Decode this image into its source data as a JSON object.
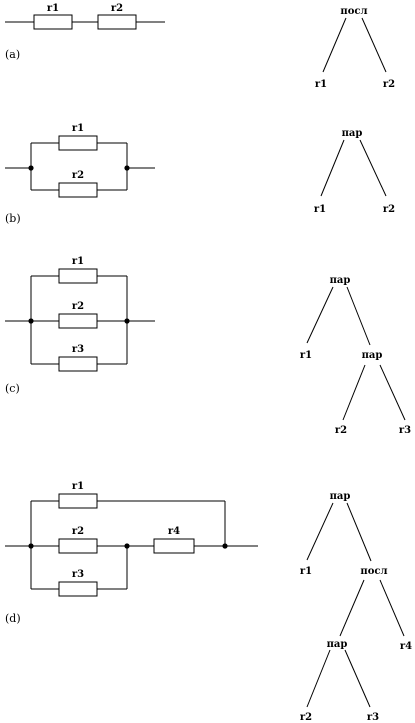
{
  "panels": {
    "a": {
      "label": "(a)",
      "resistors": [
        "r1",
        "r2"
      ],
      "tree": {
        "root": "посл",
        "leaf1": "r1",
        "leaf2": "r2"
      }
    },
    "b": {
      "label": "(b)",
      "resistors": [
        "r1",
        "r2"
      ],
      "tree": {
        "root": "пар",
        "leaf1": "r1",
        "leaf2": "r2"
      }
    },
    "c": {
      "label": "(c)",
      "resistors": [
        "r1",
        "r2",
        "r3"
      ],
      "tree": {
        "root": "пар",
        "leaf1": "r1",
        "node": "пар",
        "leaf2": "r2",
        "leaf3": "r3"
      }
    },
    "d": {
      "label": "(d)",
      "resistors": [
        "r1",
        "r2",
        "r3",
        "r4"
      ],
      "tree": {
        "root": "пар",
        "leaf1": "r1",
        "node1": "посл",
        "node2": "пар",
        "leaf4": "r4",
        "leaf2": "r2",
        "leaf3": "r3"
      }
    }
  }
}
